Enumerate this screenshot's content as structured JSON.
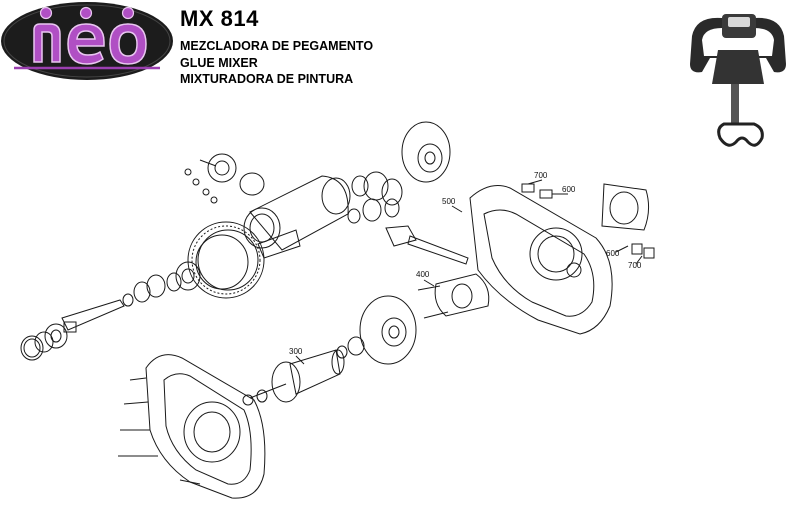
{
  "brand": {
    "logo_text": "neo",
    "colors": {
      "logo_bg": "#1c1c1c",
      "logo_letters": "#b04fc4",
      "logo_ring": "#9b3fb0"
    }
  },
  "product": {
    "model": "MX 814",
    "names": [
      "MEZCLADORA DE PEGAMENTO",
      "GLUE MIXER",
      "MIXTURADORA DE PINTURA"
    ]
  },
  "diagram": {
    "callouts": [
      {
        "id": "c-300",
        "label": "300"
      },
      {
        "id": "c-400",
        "label": "400"
      },
      {
        "id": "c-500",
        "label": "500"
      },
      {
        "id": "c-600a",
        "label": "600"
      },
      {
        "id": "c-600b",
        "label": "600"
      },
      {
        "id": "c-700a",
        "label": "700"
      },
      {
        "id": "c-700b",
        "label": "700"
      }
    ]
  }
}
